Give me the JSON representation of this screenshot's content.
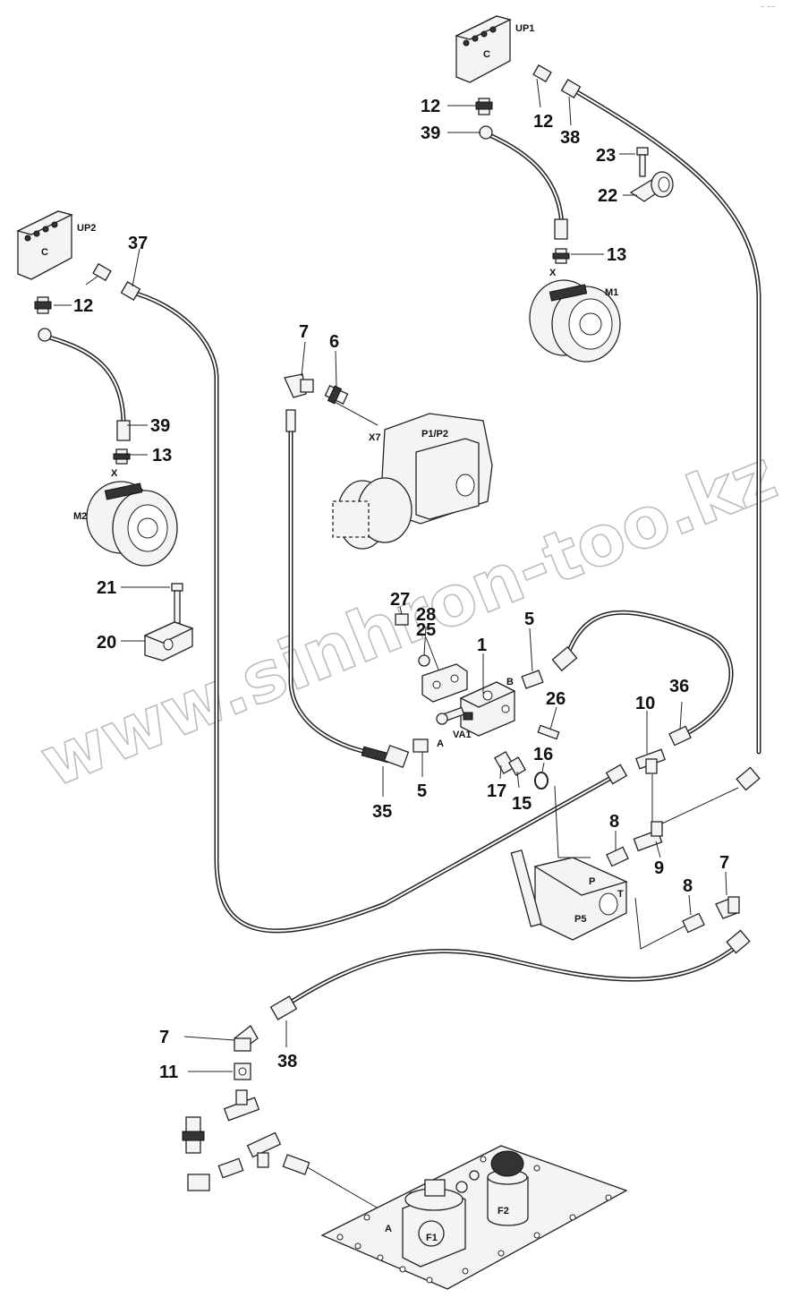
{
  "watermark": "www.sinhron-too.kz",
  "corner_mark": "⁻ ⁻⁻",
  "labels": {
    "up1": "UP1",
    "up2": "UP2",
    "c1": "C",
    "c2": "C",
    "m1": "M1",
    "m2": "M2",
    "x1": "X",
    "x2": "X",
    "x7": "X7",
    "p1p2": "P1/P2",
    "va1": "VA1",
    "port_a": "A",
    "port_b": "B",
    "p5": "P5",
    "p": "P",
    "t": "T",
    "f1": "F1",
    "f2": "F2",
    "tank_a": "A"
  },
  "callouts": {
    "n12a": "12",
    "n12b": "12",
    "n12c": "12",
    "n39a": "39",
    "n39b": "39",
    "n38a": "38",
    "n38b": "38",
    "n23": "23",
    "n22": "22",
    "n13a": "13",
    "n13b": "13",
    "n37": "37",
    "n7a": "7",
    "n7b": "7",
    "n7c": "7",
    "n6": "6",
    "n21": "21",
    "n20": "20",
    "n27": "27",
    "n28": "28",
    "n25": "25",
    "n1": "1",
    "n5a": "5",
    "n5b": "5",
    "n26": "26",
    "n10": "10",
    "n36": "36",
    "n16": "16",
    "n17": "17",
    "n15": "15",
    "n35": "35",
    "n8a": "8",
    "n8b": "8",
    "n9": "9",
    "n11": "11"
  }
}
